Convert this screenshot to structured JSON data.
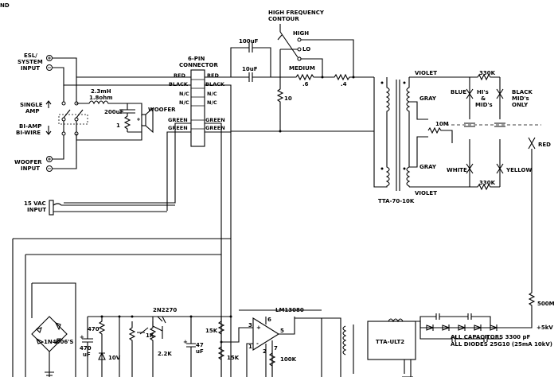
{
  "labels": {
    "corner": "ND",
    "hf_contour_1": "HIGH FREQUENCY",
    "hf_contour_2": "CONTOUR",
    "high": "HIGH",
    "lo": "LO",
    "medium": "MEDIUM",
    "r_06": ".6",
    "r_04": ".4",
    "c_100uf": "100uF",
    "c_10uf": "10uF",
    "r_10": "10",
    "esl_1": "ESL/",
    "esl_2": "SYSTEM",
    "esl_3": "INPUT",
    "single_1": "SINGLE",
    "single_2": "AMP",
    "biamp_1": "BI-AMP",
    "biamp_2": "BI-WIRE",
    "woofer_in_1": "WOOFER",
    "woofer_in_2": "INPUT",
    "vac_1": "15  VAC",
    "vac_2": "INPUT",
    "l_23mh": "2.3mH",
    "l_18ohm": "1.8ohm",
    "c_200uf": "200uF",
    "r_1": "1",
    "woofer": "WOOFER",
    "conn_1": "6-PIN",
    "conn_2": "CONNECTOR",
    "red_l": "RED",
    "red_r": "RED",
    "black_l": "BLACK",
    "black_r": "BLACK",
    "nc_l1": "N/C",
    "nc_r1": "N/C",
    "nc_l2": "N/C",
    "nc_r2": "N/C",
    "green_l1": "GREEN",
    "green_r1": "GREEN",
    "green_l2": "GREEN",
    "green_r2": "GREEN",
    "violet_top": "VIOLET",
    "gray_top": "GRAY",
    "gray_bot": "GRAY",
    "violet_bot": "VIOLET",
    "tta70": "TTA-70-10K",
    "r_10m": "10M",
    "r_330k_top": "330K",
    "r_330k_bot": "330K",
    "blue": "BLUE",
    "his_1": "HI's",
    "his_2": "&",
    "his_3": "MID's",
    "black_mids_1": "BLACK",
    "black_mids_2": "MID's",
    "black_mids_3": "ONLY",
    "white": "WHITE",
    "yellow": "YELLOW",
    "red_out": "RED",
    "r_500m": "500M",
    "plus_5kv": "+5kV",
    "tta_ult2": "TTA-ULT2",
    "caps_note": "ALL  CAPACITORS  3300  pF",
    "diodes_note": "ALL  DIODES  25G10  (25mA  10kV)",
    "q_2n2270": "2N2270",
    "ic_lm13080": "LM13080",
    "r_470": "470",
    "c_470_1": "470",
    "c_470_2": "uF",
    "r_1k": "1K",
    "z_10v": "10V",
    "r_22k": "2.2K",
    "c_47_1": "47",
    "c_47_2": "uF",
    "r_15k_a": "15K",
    "r_15k_b": "15K",
    "r_100k": "100K",
    "bridge": "1N4006'S",
    "pin_3": "3",
    "pin_6": "6",
    "pin_5": "5",
    "pin_1": "1",
    "pin_2": "2",
    "pin_7": "7",
    "plus": "+",
    "minus": "-"
  }
}
